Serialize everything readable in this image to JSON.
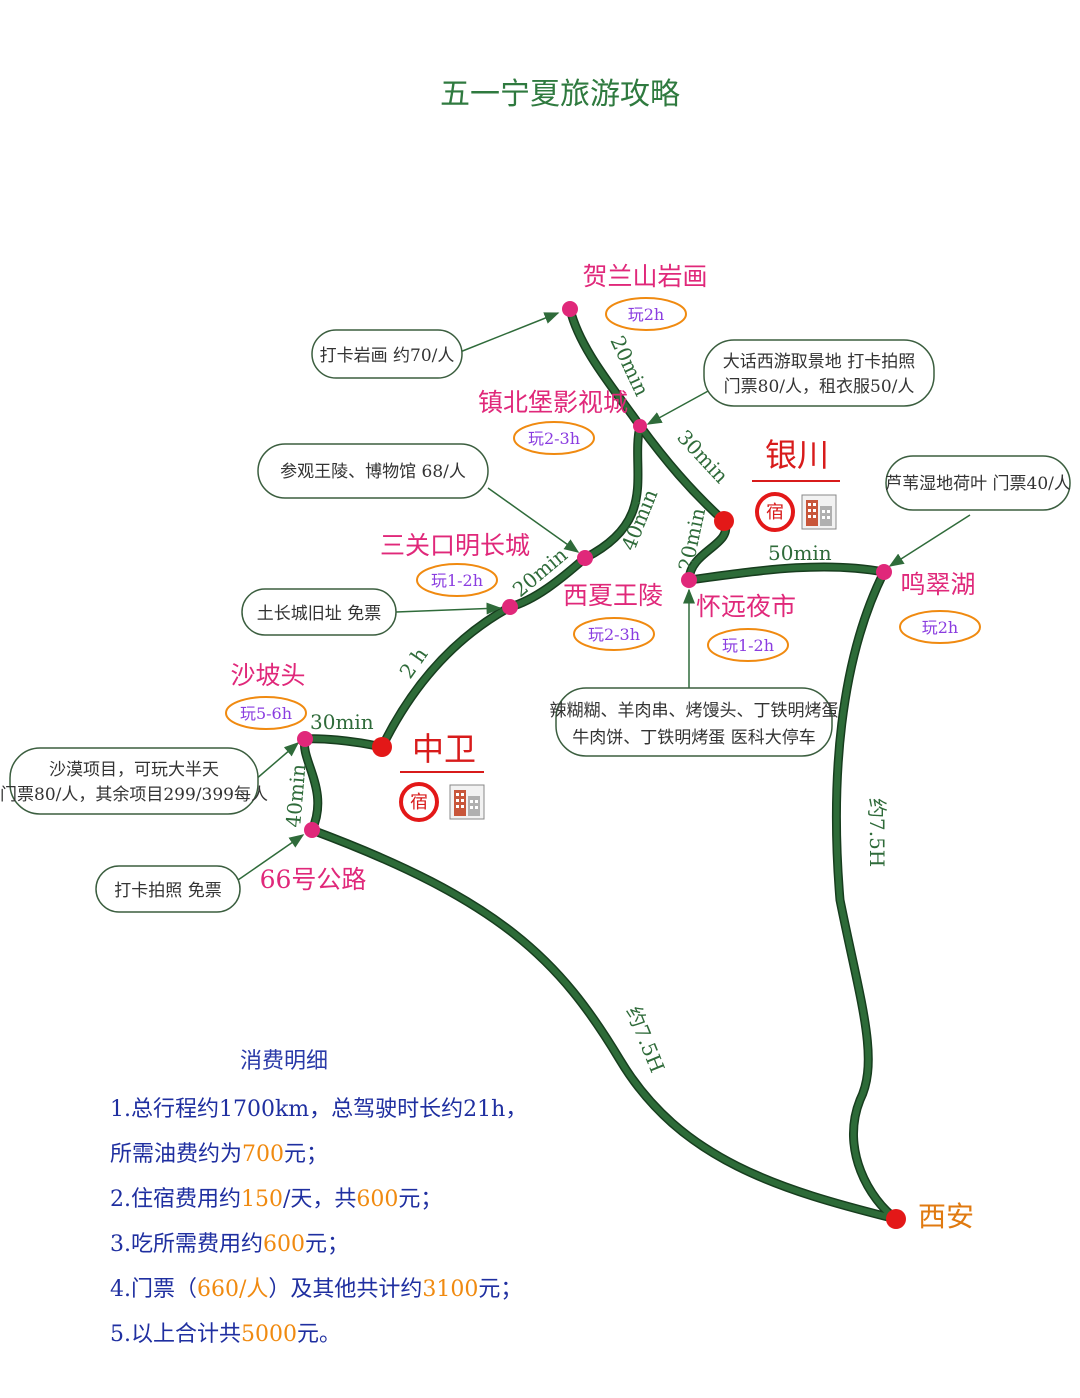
{
  "title": "五一宁夏旅游攻略",
  "colors": {
    "route": "#2d6b38",
    "route_outline": "#173d1e",
    "spot_dot": "#e0287a",
    "city_dot": "#e31818",
    "place_text": "#e0287a",
    "highlight": "#f08a10",
    "cost_text": "#1f2fa0"
  },
  "places": {
    "helanshan": "贺兰山岩画",
    "zhenbeibao": "镇北堡影视城",
    "sanguankou": "三关口明长城",
    "xixia": "西夏王陵",
    "shapotou": "沙坡头",
    "route66": "66号公路",
    "huaiyuan": "怀远夜市",
    "mingcui": "鸣翠湖"
  },
  "cities": {
    "yinchuan": "银川",
    "zhongwei": "中卫",
    "xian": "西安"
  },
  "stay_label": "宿",
  "play_badges": {
    "helanshan": "玩2h",
    "zhenbeibao": "玩2-3h",
    "sanguankou": "玩1-2h",
    "xixia": "玩2-3h",
    "shapotou": "玩5-6h",
    "huaiyuan": "玩1-2h",
    "mingcui": "玩2h"
  },
  "travel_times": {
    "helan_zhenbei": "20min",
    "zhenbei_yinchuan": "30min",
    "zhenbei_xixia": "40min",
    "xixia_sanguan": "20min",
    "sanguan_zhongwei": "2 h",
    "shapo_zhongwei": "30min",
    "route66_shapo": "40min",
    "yinchuan_huaiyuan": "20min",
    "huaiyuan_mingcui": "50min",
    "mingcui_xian": "约7.5H",
    "route66_xian": "约7.5H"
  },
  "notes": {
    "helanshan": [
      "打卡岩画 约70/人"
    ],
    "zhenbeibao": [
      "大话西游取景地 打卡拍照",
      "门票80/人，租衣服50/人"
    ],
    "xixia": [
      "参观王陵、博物馆  68/人"
    ],
    "mingcui": [
      "芦苇湿地荷叶 门票40/人"
    ],
    "sanguankou": [
      "土长城旧址 免票"
    ],
    "huaiyuan": [
      "辣糊糊、羊肉串、烤馒头、丁铁明烤蛋",
      "牛肉饼、丁铁明烤蛋 医科大停车"
    ],
    "shapotou": [
      "沙漠项目，可玩大半天",
      "门票80/人，其余项目299/399每人"
    ],
    "route66": [
      "打卡拍照 免票"
    ]
  },
  "costs": {
    "heading": "消费明细",
    "lines": [
      [
        {
          "t": "1.总行程约1700km，总驾驶时长约21h，",
          "h": false
        }
      ],
      [
        {
          "t": "所需油费约为",
          "h": false
        },
        {
          "t": "700",
          "h": true
        },
        {
          "t": "元；",
          "h": false
        }
      ],
      [
        {
          "t": "2.住宿费用约",
          "h": false
        },
        {
          "t": "150",
          "h": true
        },
        {
          "t": "/天，共",
          "h": false
        },
        {
          "t": "600",
          "h": true
        },
        {
          "t": "元；",
          "h": false
        }
      ],
      [
        {
          "t": "3.吃所需费用约",
          "h": false
        },
        {
          "t": "600",
          "h": true
        },
        {
          "t": "元；",
          "h": false
        }
      ],
      [
        {
          "t": "4.门票（",
          "h": false
        },
        {
          "t": "660/人",
          "h": true
        },
        {
          "t": "）及其他共计约",
          "h": false
        },
        {
          "t": "3100",
          "h": true
        },
        {
          "t": "元；",
          "h": false
        }
      ],
      [
        {
          "t": "5.以上合计共",
          "h": false
        },
        {
          "t": "5000",
          "h": true
        },
        {
          "t": "元。",
          "h": false
        }
      ]
    ]
  }
}
